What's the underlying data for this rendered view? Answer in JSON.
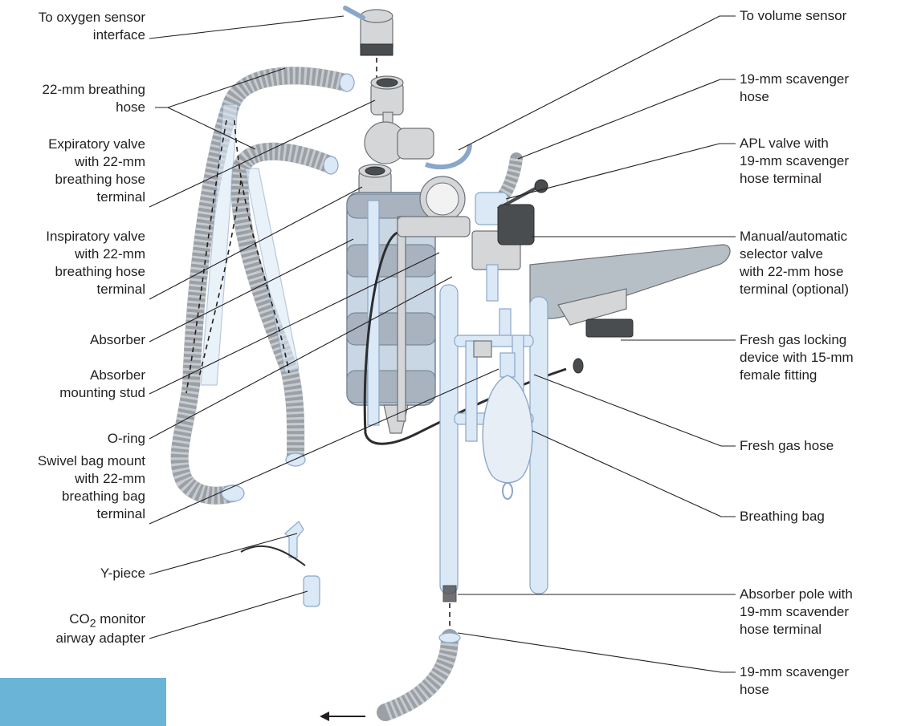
{
  "labels_left": [
    {
      "id": "oxygen-sensor",
      "text": "To oxygen sensor\ninterface"
    },
    {
      "id": "breathing-hose-22",
      "text": "22-mm breathing\nhose"
    },
    {
      "id": "expiratory-valve",
      "text": "Expiratory valve\nwith 22-mm\nbreathing hose\nterminal"
    },
    {
      "id": "inspiratory-valve",
      "text": "Inspiratory valve\nwith 22-mm\nbreathing hose\nterminal"
    },
    {
      "id": "absorber",
      "text": "Absorber"
    },
    {
      "id": "absorber-mounting-stud",
      "text": "Absorber\nmounting stud"
    },
    {
      "id": "o-ring",
      "text": "O-ring"
    },
    {
      "id": "swivel-bag-mount",
      "text": "Swivel bag mount\nwith 22-mm\nbreathing bag\nterminal"
    },
    {
      "id": "y-piece",
      "text": "Y-piece"
    },
    {
      "id": "co2-adapter",
      "text": "airway adapter"
    }
  ],
  "co2_label": {
    "main": "CO",
    "sub": "2",
    "tail": " monitor"
  },
  "labels_right": [
    {
      "id": "volume-sensor",
      "text": "To volume sensor"
    },
    {
      "id": "scavenger-hose-top",
      "text": "19-mm scavenger\nhose"
    },
    {
      "id": "apl-valve",
      "text": "APL valve with\n19-mm scavenger\nhose terminal"
    },
    {
      "id": "selector-valve",
      "text": "Manual/automatic\nselector valve\nwith 22-mm hose\nterminal (optional)"
    },
    {
      "id": "fresh-gas-locking",
      "text": "Fresh gas locking\ndevice with 15-mm\nfemale fitting"
    },
    {
      "id": "fresh-gas-hose",
      "text": "Fresh gas hose"
    },
    {
      "id": "breathing-bag",
      "text": "Breathing bag"
    },
    {
      "id": "absorber-pole",
      "text": "Absorber pole with\n19-mm scavender\nhose terminal"
    },
    {
      "id": "scavenger-hose-bottom",
      "text": "19-mm scavenger\nhose"
    }
  ],
  "colors": {
    "accent_box": "#6ab4d7",
    "tube": "#dbe8f6",
    "metal": "#d4d6d8"
  }
}
